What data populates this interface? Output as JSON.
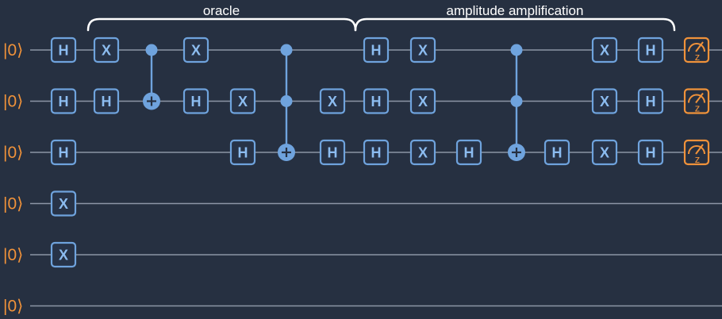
{
  "colors": {
    "background": "#263041",
    "wire": "#8c95a6",
    "gate_stroke": "#6fa3dd",
    "gate_fill": "#273348",
    "gate_text": "#8cbcf0",
    "control": "#6fa3dd",
    "measure": "#f0923a",
    "ket": "#f0923a",
    "bracket": "#ffffff"
  },
  "groups": [
    {
      "label": "oracle"
    },
    {
      "label": "amplitude amplification"
    }
  ],
  "qubits": [
    {
      "init": "|0⟩"
    },
    {
      "init": "|0⟩"
    },
    {
      "init": "|0⟩"
    },
    {
      "init": "|0⟩"
    },
    {
      "init": "|0⟩"
    },
    {
      "init": "|0⟩"
    }
  ],
  "operations": [
    {
      "type": "gate",
      "label": "H",
      "qubit": 0,
      "step": 0
    },
    {
      "type": "gate",
      "label": "H",
      "qubit": 1,
      "step": 0
    },
    {
      "type": "gate",
      "label": "H",
      "qubit": 2,
      "step": 0
    },
    {
      "type": "gate",
      "label": "X",
      "qubit": 3,
      "step": 0
    },
    {
      "type": "gate",
      "label": "X",
      "qubit": 4,
      "step": 0
    },
    {
      "type": "gate",
      "label": "X",
      "qubit": 0,
      "step": 1
    },
    {
      "type": "gate",
      "label": "H",
      "qubit": 1,
      "step": 1
    },
    {
      "type": "cnot",
      "controls": [
        0
      ],
      "target": 1,
      "step": 2
    },
    {
      "type": "gate",
      "label": "X",
      "qubit": 0,
      "step": 3
    },
    {
      "type": "gate",
      "label": "H",
      "qubit": 1,
      "step": 3
    },
    {
      "type": "gate",
      "label": "X",
      "qubit": 1,
      "step": 4
    },
    {
      "type": "gate",
      "label": "H",
      "qubit": 2,
      "step": 4
    },
    {
      "type": "cnot",
      "controls": [
        0,
        1
      ],
      "target": 2,
      "step": 5
    },
    {
      "type": "gate",
      "label": "X",
      "qubit": 1,
      "step": 6
    },
    {
      "type": "gate",
      "label": "H",
      "qubit": 2,
      "step": 6
    },
    {
      "type": "gate",
      "label": "H",
      "qubit": 0,
      "step": 7
    },
    {
      "type": "gate",
      "label": "H",
      "qubit": 1,
      "step": 7
    },
    {
      "type": "gate",
      "label": "H",
      "qubit": 2,
      "step": 7
    },
    {
      "type": "gate",
      "label": "X",
      "qubit": 0,
      "step": 8
    },
    {
      "type": "gate",
      "label": "X",
      "qubit": 1,
      "step": 8
    },
    {
      "type": "gate",
      "label": "X",
      "qubit": 2,
      "step": 8
    },
    {
      "type": "gate",
      "label": "H",
      "qubit": 2,
      "step": 9
    },
    {
      "type": "cnot",
      "controls": [
        0,
        1
      ],
      "target": 2,
      "step": 10
    },
    {
      "type": "gate",
      "label": "H",
      "qubit": 2,
      "step": 11
    },
    {
      "type": "gate",
      "label": "X",
      "qubit": 0,
      "step": 12
    },
    {
      "type": "gate",
      "label": "X",
      "qubit": 1,
      "step": 12
    },
    {
      "type": "gate",
      "label": "X",
      "qubit": 2,
      "step": 12
    },
    {
      "type": "gate",
      "label": "H",
      "qubit": 0,
      "step": 13
    },
    {
      "type": "gate",
      "label": "H",
      "qubit": 1,
      "step": 13
    },
    {
      "type": "gate",
      "label": "H",
      "qubit": 2,
      "step": 13
    },
    {
      "type": "measure",
      "label": "z",
      "qubit": 0,
      "step": 14
    },
    {
      "type": "measure",
      "label": "z",
      "qubit": 1,
      "step": 14
    },
    {
      "type": "measure",
      "label": "z",
      "qubit": 2,
      "step": 14
    }
  ]
}
